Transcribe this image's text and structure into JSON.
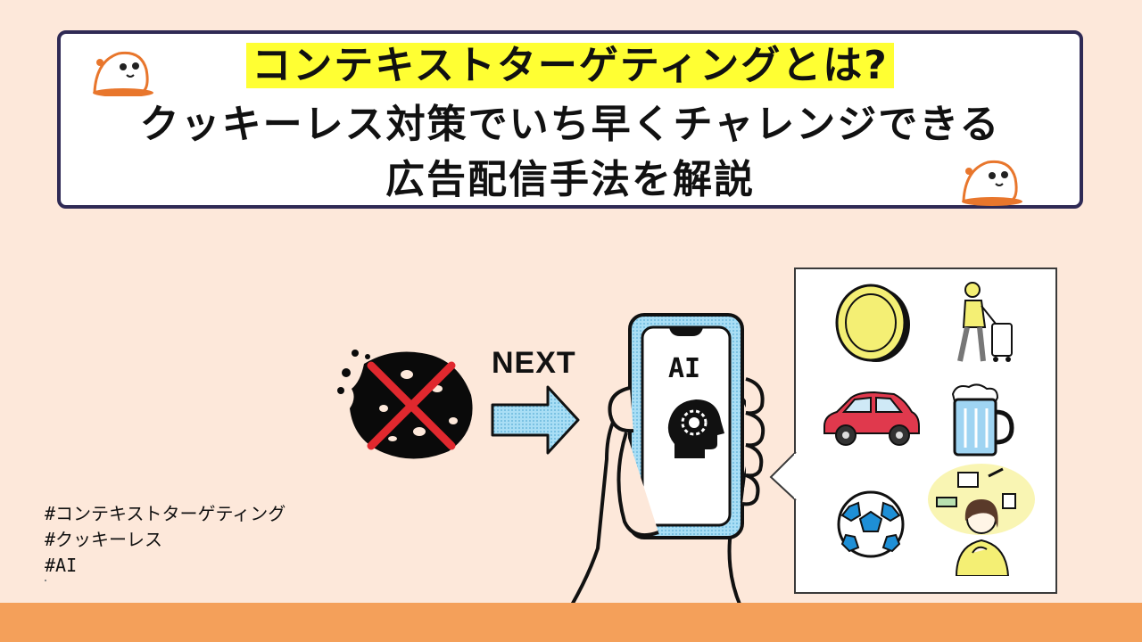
{
  "title": {
    "line1": "コンテキストターゲティングとは?",
    "line2": "クッキーレス対策でいち早くチャレンジできる",
    "line3": "広告配信手法を解説"
  },
  "arrow": {
    "label": "NEXT"
  },
  "phone": {
    "screen_label": "AI"
  },
  "hashtags": [
    "#コンテキストターゲティング",
    "#クッキーレス",
    "#AI"
  ],
  "icons": [
    "cookie-crossed-icon",
    "right-arrow-icon",
    "smartphone-hand-icon",
    "ai-head-gear-icon",
    "coin-icon",
    "traveler-icon",
    "car-icon",
    "beer-mug-icon",
    "soccer-ball-icon",
    "thinking-woman-icon"
  ],
  "colors": {
    "background": "#fde8da",
    "title_border": "#2f2a55",
    "highlight": "#ffff33",
    "bottom_bar": "#f4a05a",
    "cross": "#e0282e",
    "arrow_fill": "#8fd3f0",
    "car": "#e0394d"
  }
}
